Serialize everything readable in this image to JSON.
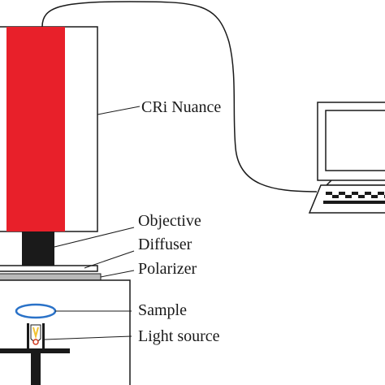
{
  "labels": {
    "camera": "CRi Nuance",
    "objective": "Objective",
    "diffuser": "Diffuser",
    "polarizer": "Polarizer",
    "sample": "Sample",
    "light_source": "Light source"
  },
  "colors": {
    "camera_stripe": "#e8202a",
    "sample_ring": "#2a72c8",
    "lamp_glow": "#f2c230",
    "lamp_filament": "#d03a20",
    "polarizer_plate": "#b9b9b9",
    "outline": "#1a1a1a"
  }
}
